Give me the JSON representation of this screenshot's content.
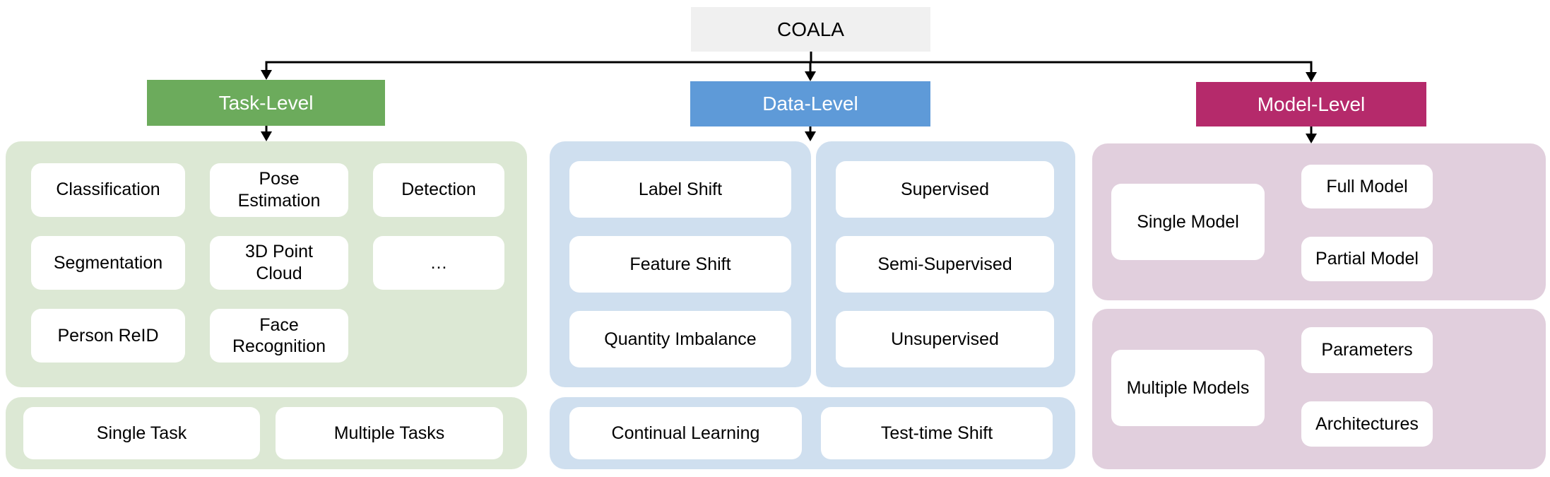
{
  "root_label": "COALA",
  "colors": {
    "root_box_bg": "#F0F0F0",
    "task_header_bg": "#6CAB5C",
    "task_panel_bg": "#DCE8D4",
    "data_header_bg": "#5E9AD8",
    "data_panel_bg": "#CFDFEF",
    "model_header_bg": "#B52A6B",
    "model_panel_bg": "#E1CFDD",
    "node_bg": "#FFFFFF",
    "header_text": "#FFFFFF",
    "node_text": "#000000",
    "connector": "#000000"
  },
  "task": {
    "header": "Task-Level",
    "tasks": [
      "Classification",
      "Pose Estimation",
      "Detection",
      "Segmentation",
      "3D Point Cloud",
      "…",
      "Person ReID",
      "Face Recognition"
    ],
    "modes": [
      "Single Task",
      "Multiple Tasks"
    ]
  },
  "data": {
    "header": "Data-Level",
    "shifts": [
      "Label Shift",
      "Feature Shift",
      "Quantity Imbalance"
    ],
    "supervision": [
      "Supervised",
      "Semi-Supervised",
      "Unsupervised"
    ],
    "settings": [
      "Continual Learning",
      "Test-time Shift"
    ]
  },
  "model": {
    "header": "Model-Level",
    "single": {
      "source": "Single Model",
      "targets": [
        "Full Model",
        "Partial Model"
      ]
    },
    "multiple": {
      "source": "Multiple Models",
      "targets": [
        "Parameters",
        "Architectures"
      ]
    }
  }
}
